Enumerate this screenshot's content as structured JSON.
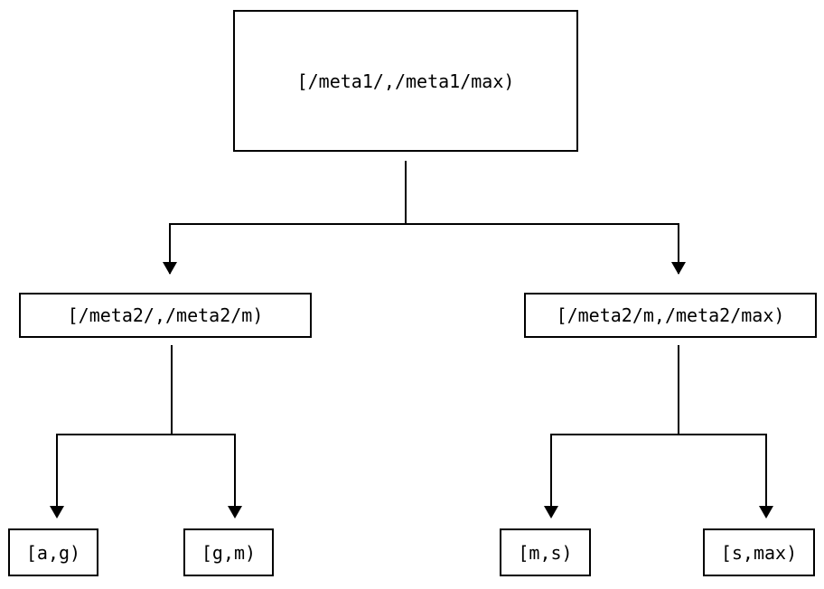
{
  "diagram": {
    "type": "tree",
    "title": "",
    "background_color": "#ffffff",
    "stroke_color": "#000000",
    "text_color": "#000000",
    "nodes": {
      "root": {
        "label": "[/meta1/,/meta1/max)"
      },
      "mid_left": {
        "label": "[/meta2/,/meta2/m)"
      },
      "mid_right": {
        "label": "[/meta2/m,/meta2/max)"
      },
      "leaf_1": {
        "label": "[a,g)"
      },
      "leaf_2": {
        "label": "[g,m)"
      },
      "leaf_3": {
        "label": "[m,s)"
      },
      "leaf_4": {
        "label": "[s,max)"
      }
    },
    "edges": [
      {
        "from": "root",
        "to": "mid_left",
        "arrow": "down"
      },
      {
        "from": "root",
        "to": "mid_right",
        "arrow": "down"
      },
      {
        "from": "mid_left",
        "to": "leaf_1",
        "arrow": "down"
      },
      {
        "from": "mid_left",
        "to": "leaf_2",
        "arrow": "down"
      },
      {
        "from": "mid_right",
        "to": "leaf_3",
        "arrow": "down"
      },
      {
        "from": "mid_right",
        "to": "leaf_4",
        "arrow": "down"
      }
    ]
  }
}
